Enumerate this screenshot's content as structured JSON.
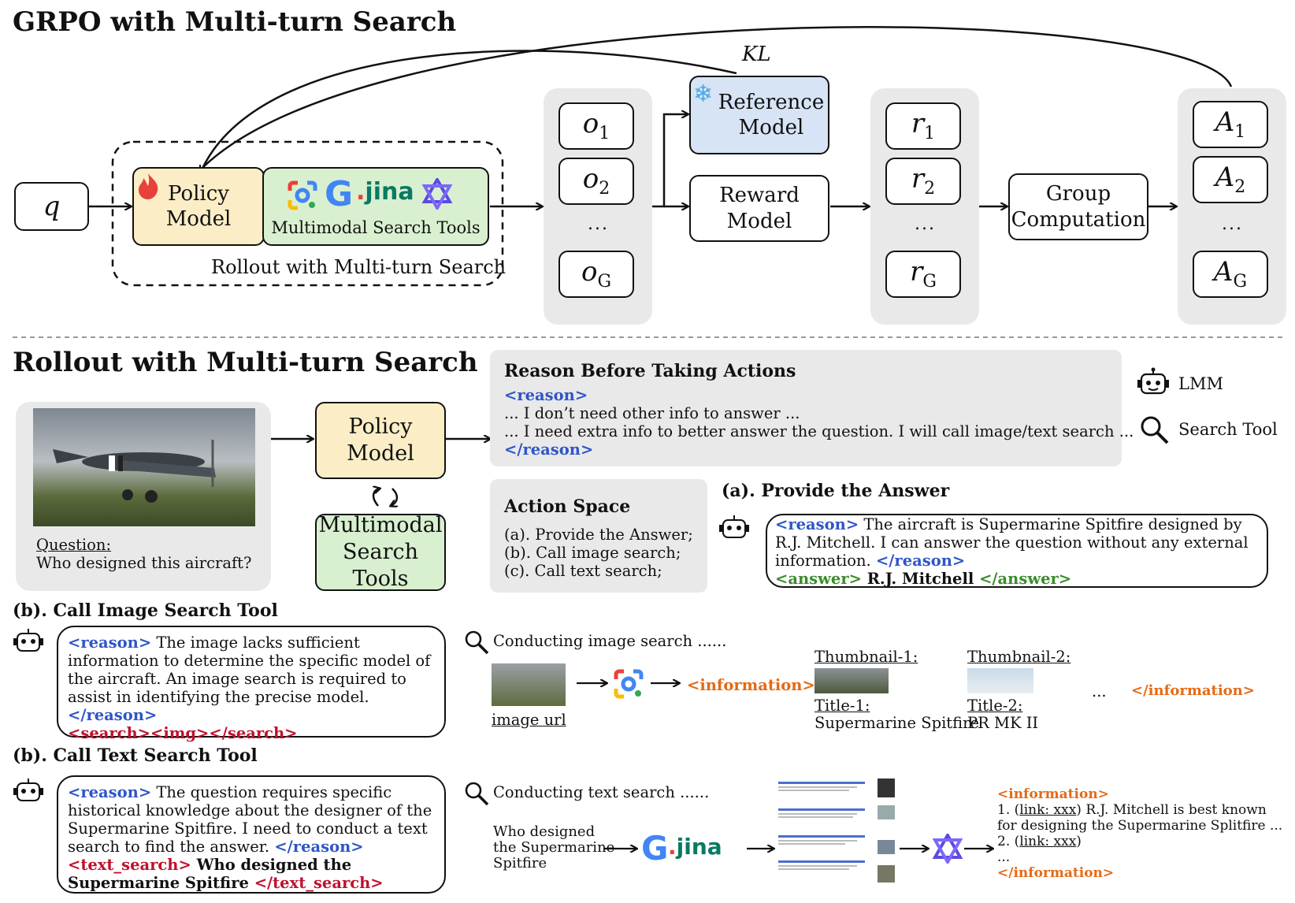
{
  "top": {
    "title": "GRPO with Multi-turn Search",
    "query": "q",
    "policy_model": [
      "Policy",
      "Model"
    ],
    "tools_label": "Multimodal Search Tools",
    "rollout_label": "Rollout with Multi-turn Search",
    "kl": "KL",
    "reference_model": [
      "Reference",
      "Model"
    ],
    "reward_model": [
      "Reward",
      "Model"
    ],
    "group_computation": [
      "Group",
      "Computation"
    ],
    "outputs": [
      {
        "v": "o",
        "s": "1"
      },
      {
        "v": "o",
        "s": "2"
      },
      {
        "v": "o",
        "s": "G"
      }
    ],
    "rewards": [
      {
        "v": "r",
        "s": "1"
      },
      {
        "v": "r",
        "s": "2"
      },
      {
        "v": "r",
        "s": "G"
      }
    ],
    "advantages": [
      {
        "v": "A",
        "s": "1"
      },
      {
        "v": "A",
        "s": "2"
      },
      {
        "v": "A",
        "s": "G"
      }
    ],
    "ellipsis": "...",
    "logo_text": "jina"
  },
  "bottom": {
    "title": "Rollout with Multi-turn Search",
    "question_label": "Question:",
    "question": "Who designed this aircraft?",
    "policy_model": [
      "Policy",
      "Model"
    ],
    "tools": [
      "Multimodal",
      "Search Tools"
    ],
    "reason_box": {
      "title": "Reason Before Taking Actions",
      "open": "<reason>",
      "line1": "... I don’t need other info to answer ...",
      "line2": "... I need extra info to better answer the question. I will call image/text search ...",
      "close": "</reason>"
    },
    "legend": {
      "lmm": "LMM",
      "search_tool": "Search Tool"
    },
    "action_space": {
      "title": "Action Space",
      "items": [
        "(a). Provide the Answer;",
        "(b). Call image search;",
        "(c). Call text search;"
      ]
    },
    "provide_answer": {
      "title": "(a). Provide the Answer",
      "open": "<reason>",
      "text": " The aircraft is Supermarine Spitfire designed by R.J. Mitchell. I can answer the question without any external information. ",
      "close": "</reason>",
      "ans_open": "<answer>",
      "answer": " R.J. Mitchell ",
      "ans_close": "</answer>"
    },
    "image_search": {
      "title": "(b). Call Image Search Tool",
      "open": "<reason>",
      "text": " The image lacks sufficient information to determine the specific model of the aircraft. An image search is required to assist in identifying the precise model. ",
      "close": "</reason>",
      "call": "<search><img></search>",
      "conducting": "Conducting image search ......",
      "image_url": "image url",
      "info_open": "<information>",
      "info_close": "</information>",
      "thumb1": "Thumbnail-1:",
      "title1": "Title-1:",
      "title1_text": "Supermarine Spitfire",
      "thumb2": "Thumbnail-2:",
      "title2": "Title-2:",
      "title2_text": "PR MK II",
      "more": "..."
    },
    "text_search": {
      "title": "(b). Call Text Search Tool",
      "open": "<reason>",
      "text": " The question requires specific historical knowledge about the designer of the Supermarine Spitfire. I need to conduct a text search to find the answer. ",
      "close": "</reason>",
      "call_open": "<text_search>",
      "query": " Who designed the Supermarine Spitfire ",
      "call_close": "</text_search>",
      "conducting": "Conducting text search ......",
      "query_lines": [
        "Who designed",
        "the Supermarine",
        "Spitfire"
      ],
      "info_open": "<information>",
      "result1_pre": "1. (",
      "result1_link": "link: xxx",
      "result1_post": ") R.J. Mitchell is best known",
      "result1_line2": "for designing the Supermarine Splitfire ...",
      "result2_pre": "2. (",
      "result2_link": "link: xxx",
      "result2_post": ")",
      "more": "...",
      "info_close": "</information>"
    }
  }
}
